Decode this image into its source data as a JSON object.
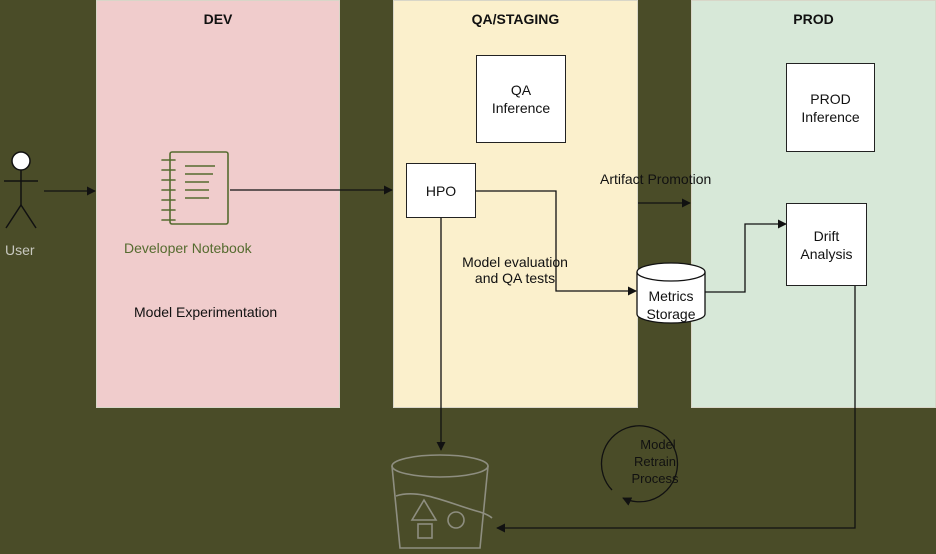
{
  "lanes": {
    "dev": {
      "title": "DEV",
      "color": "#f0cccc"
    },
    "qa": {
      "title": "QA/STAGING",
      "color": "#fbf0cc"
    },
    "prod": {
      "title": "PROD",
      "color": "#d7e8d8"
    }
  },
  "actor": {
    "label": "User"
  },
  "dev": {
    "notebook_label": "Developer Notebook",
    "experiment_label": "Model Experimentation"
  },
  "qa": {
    "inference_line1": "QA",
    "inference_line2": "Inference",
    "hpo_label": "HPO",
    "eval_line1": "Model evaluation",
    "eval_line2": "and QA tests"
  },
  "prod": {
    "inference_line1": "PROD",
    "inference_line2": "Inference",
    "drift_line1": "Drift",
    "drift_line2": "Analysis"
  },
  "promotion_label": "Artifact Promotion",
  "metrics": {
    "line1": "Metrics",
    "line2": "Storage"
  },
  "retrain": {
    "line1": "Model",
    "line2": "Retrain",
    "line3": "Process"
  },
  "storage": {
    "icon": "bucket-icon"
  }
}
